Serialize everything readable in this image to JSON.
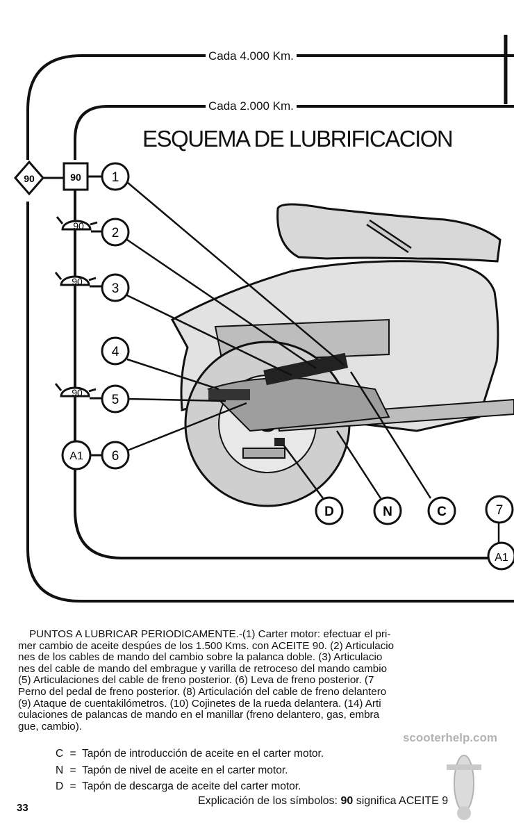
{
  "diagram": {
    "route_outer_label": "Cada 4.000 Km.",
    "route_inner_label": "Cada 2.000 Km.",
    "title": "ESQUEMA DE LUBRIFICACION",
    "symbols": {
      "diamond": "90",
      "square": "90",
      "oilcan_1": "90",
      "oilcan_2": "90",
      "oilcan_3": "90",
      "a1_left": "A1",
      "a1_right": "A1"
    },
    "callouts": [
      "1",
      "2",
      "3",
      "4",
      "5",
      "6",
      "D",
      "N",
      "C",
      "7"
    ]
  },
  "text": {
    "lines": [
      "PUNTOS A LUBRICAR PERIODICAMENTE.-(1) Carter motor: efectuar el pri-",
      "mer cambio de aceite despúes de los 1.500 Kms. con ACEITE 90. (2) Articulacio",
      "nes de los cables de mando del cambio sobre la palanca doble. (3) Articulacio",
      "nes del cable de mando del embrague y varilla de retroceso del mando cambio",
      "(5) Articulaciones del cable de freno posterior. (6) Leva de freno posterior. (7",
      "Perno del pedal de freno posterior. (8) Articulación del cable de freno delantero",
      "(9) Ataque de cuentakilómetros. (10) Cojinetes de la rueda delantera. (14) Arti",
      "culaciones de palancas de mando en el manillar (freno delantero, gas, embra",
      "gue, cambio)."
    ],
    "legend": [
      {
        "code": "C",
        "eq": "=",
        "text": "Tapón de introducción de aceite en el carter motor."
      },
      {
        "code": "N",
        "eq": "=",
        "text": "Tapón de nivel de aceite en el carter motor."
      },
      {
        "code": "D",
        "eq": "=",
        "text": "Tapón de descarga de aceite del carter motor."
      }
    ],
    "symbols_prefix": "Explicación de los símbolos:",
    "symbols_bold": "90",
    "symbols_suffix": "significa ACEITE 9",
    "page_number": "33"
  },
  "watermark": {
    "text": "scooterhelp.com"
  }
}
